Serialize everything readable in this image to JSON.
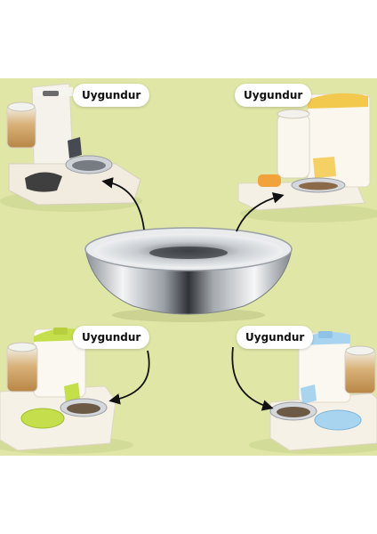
{
  "labels": {
    "top_left": "Uygundur",
    "top_right": "Uygundur",
    "bottom_left": "Uygundur",
    "bottom_right": "Uygundur"
  },
  "colors": {
    "background": "#dfe6a6",
    "label_bg": "#ffffff",
    "accent_yellow": "#f2c94c",
    "accent_green": "#c5de4c",
    "accent_blue": "#a9d4ef",
    "steel": "#c9ccd0"
  }
}
